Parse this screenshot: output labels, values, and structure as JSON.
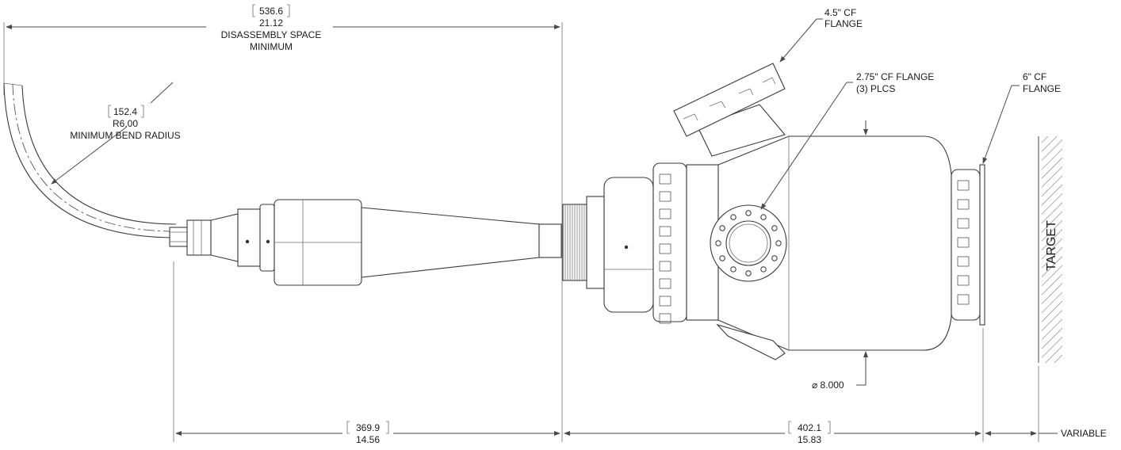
{
  "dimensions": {
    "disassembly": {
      "metric": "536.6",
      "imperial": "21.12",
      "label_line1": "DISASSEMBLY SPACE",
      "label_line2": "MINIMUM"
    },
    "bend_radius": {
      "metric": "152.4",
      "imperial": "R6.00",
      "label": "MINIMUM BEND RADIUS"
    },
    "left_length": {
      "metric": "369.9",
      "imperial": "14.56"
    },
    "right_length": {
      "metric": "402.1",
      "imperial": "15.83"
    },
    "diameter": {
      "value": "⌀ 8.000"
    },
    "variable": {
      "label": "VARIABLE"
    }
  },
  "callouts": {
    "flange_45": {
      "line1": "4.5\" CF",
      "line2": "FLANGE"
    },
    "flange_275": {
      "line1": "2.75\" CF FLANGE",
      "line2": "(3) PLCS"
    },
    "flange_6": {
      "line1": "6\" CF",
      "line2": "FLANGE"
    }
  },
  "target": {
    "label": "TARGET"
  },
  "colors": {
    "line": "#4a4a4a",
    "text": "#1a1a1a",
    "background": "#ffffff"
  }
}
